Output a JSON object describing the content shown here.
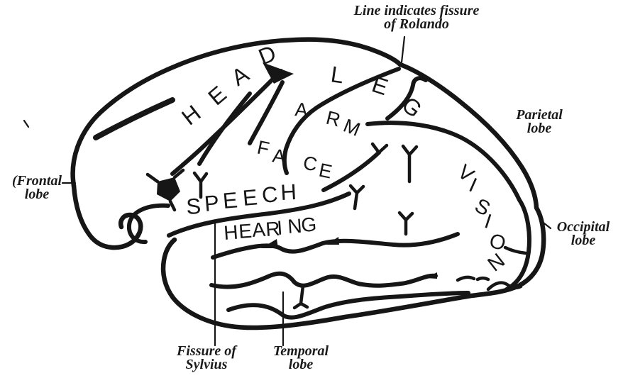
{
  "figure": {
    "type": "anatomical-diagram",
    "subject": "lateral view of human brain with functional areas",
    "colors": {
      "ink": "#161616",
      "paper": "#ffffff"
    },
    "annotations": {
      "rolando": {
        "line1": "Line indicates fissure",
        "line2": "of Rolando"
      },
      "frontal": {
        "line1": "(Frontal",
        "line2": "lobe"
      },
      "parietal": {
        "line1": "Parietal",
        "line2": "lobe"
      },
      "occipital": {
        "line1": "Occipital",
        "line2": "lobe"
      },
      "sylvius": {
        "line1": "Fissure of",
        "line2": "Sylvius"
      },
      "temporal": {
        "line1": "Temporal",
        "line2": "lobe"
      }
    },
    "areas": [
      {
        "name": "head",
        "word": "HEAD",
        "size": 32,
        "letters": [
          [
            267,
            178,
            -38
          ],
          [
            305,
            150,
            -40
          ],
          [
            335,
            122,
            -32
          ],
          [
            370,
            92,
            -22
          ]
        ]
      },
      {
        "name": "leg",
        "word": "LEG",
        "size": 32,
        "letters": [
          [
            465,
            115,
            8
          ],
          [
            522,
            128,
            18
          ],
          [
            564,
            152,
            38
          ]
        ]
      },
      {
        "name": "arm",
        "word": "ARM",
        "size": 27,
        "letters": [
          [
            415,
            163,
            5
          ],
          [
            458,
            174,
            14
          ],
          [
            482,
            184,
            22
          ]
        ]
      },
      {
        "name": "face",
        "word": "FACE",
        "size": 27,
        "letters": [
          [
            361,
            216,
            12
          ],
          [
            383,
            228,
            8
          ],
          [
            426,
            238,
            10
          ],
          [
            448,
            248,
            12
          ]
        ]
      },
      {
        "name": "speech",
        "word": "SPEECH",
        "size": 31,
        "letters": [
          [
            263,
            302,
            -3
          ],
          [
            289,
            298,
            -5
          ],
          [
            315,
            294,
            -5
          ],
          [
            343,
            290,
            -5
          ],
          [
            370,
            286,
            -5
          ],
          [
            396,
            282,
            -3
          ]
        ]
      },
      {
        "name": "hearing",
        "word": "HEARING",
        "size": 28,
        "letters": [
          [
            316,
            338,
            -4
          ],
          [
            337,
            336,
            -4
          ],
          [
            356,
            334,
            -4
          ],
          [
            375,
            333,
            -4
          ],
          [
            391,
            331,
            -4
          ],
          [
            406,
            329,
            -4
          ],
          [
            425,
            327,
            -4
          ]
        ]
      },
      {
        "name": "vision",
        "word": "VISION",
        "size": 29,
        "letters": [
          [
            643,
            246,
            38
          ],
          [
            659,
            268,
            24
          ],
          [
            667,
            296,
            28
          ],
          [
            681,
            320,
            18
          ],
          [
            688,
            348,
            14
          ],
          [
            697,
            384,
            -38
          ]
        ]
      }
    ]
  }
}
